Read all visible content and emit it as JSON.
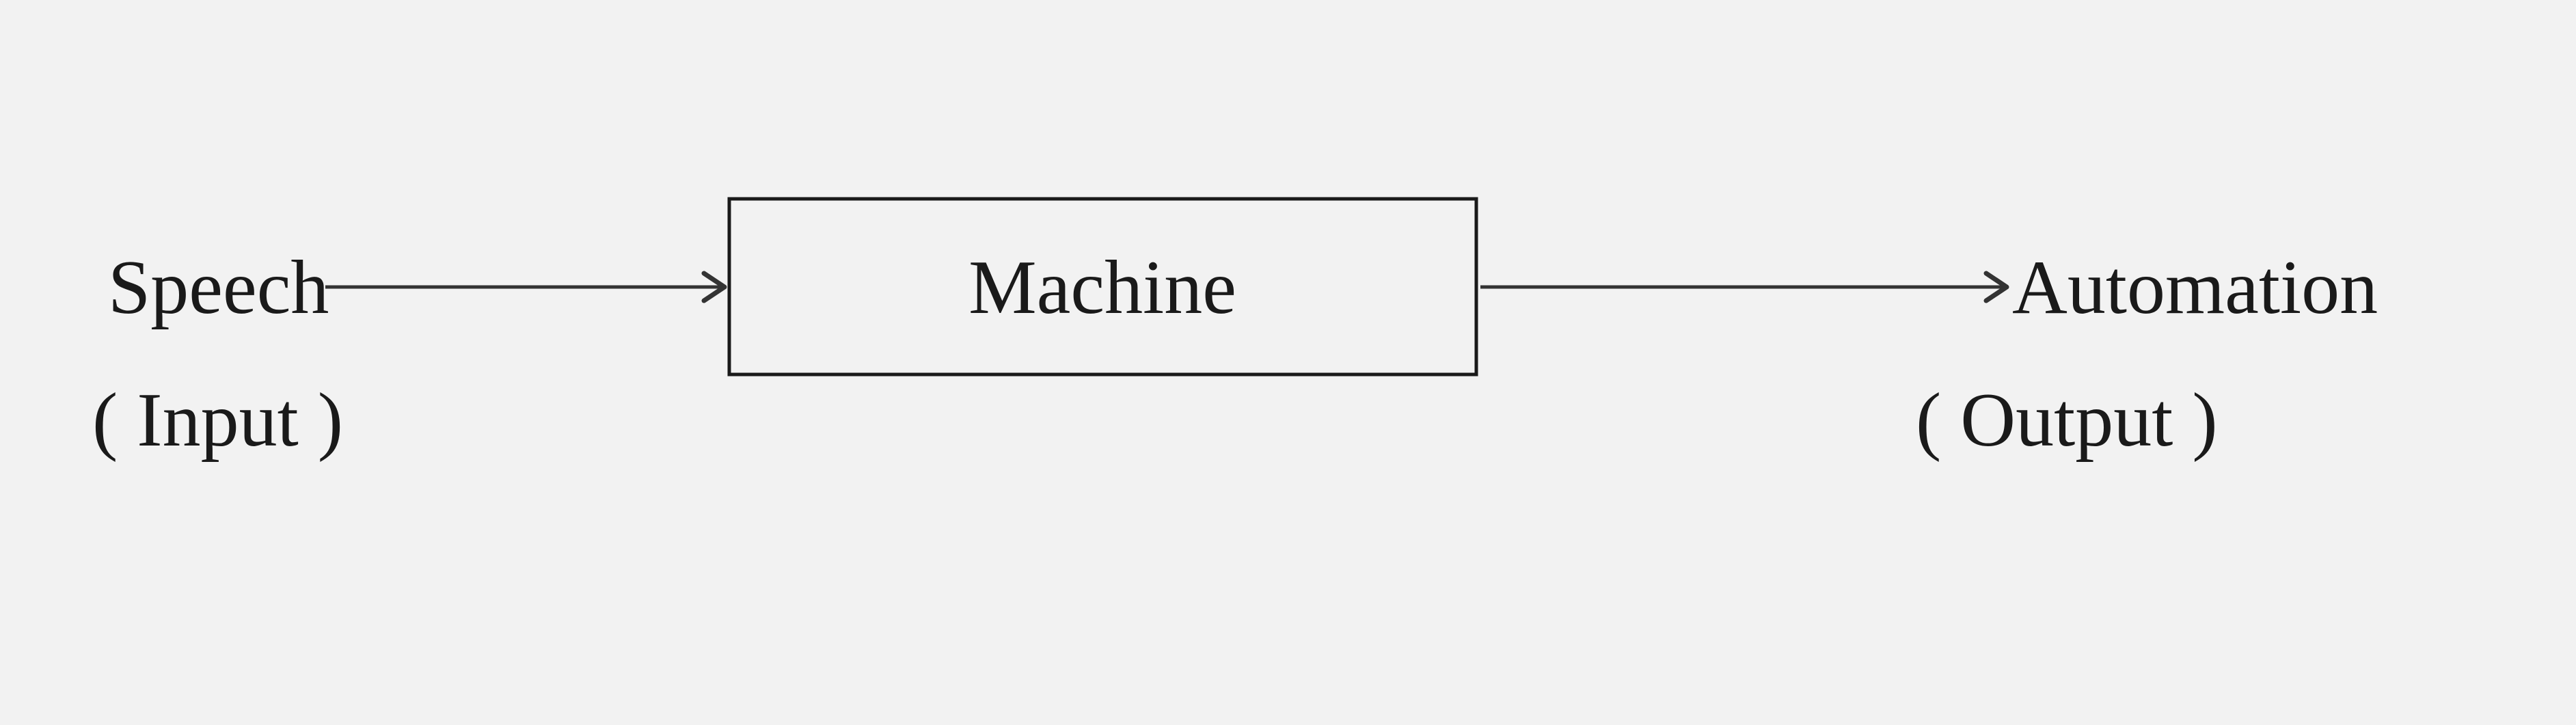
{
  "diagram": {
    "input_label": "Speech",
    "input_caption": "( Input )",
    "machine_label": "Machine",
    "output_label": "Automation",
    "output_caption": "( Output )"
  }
}
